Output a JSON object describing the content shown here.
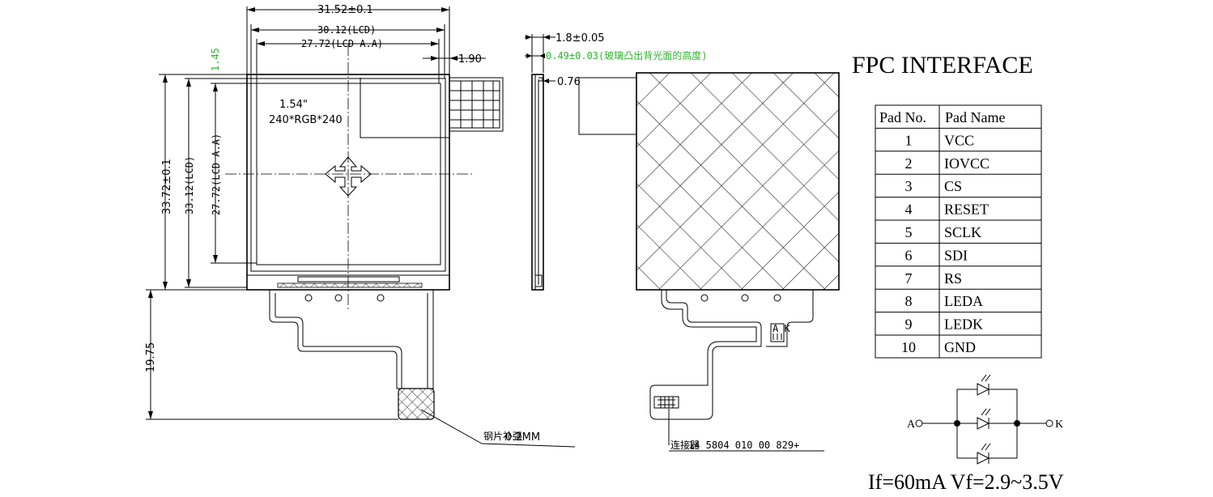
{
  "dimensions": {
    "outline_width": "31.52±0.1",
    "lcd_width": "30.12(LCD)",
    "lcd_aa_width": "27.72(LCD A.A)",
    "right_margin": "1.90",
    "left_offset": "1.45",
    "outline_height": "33.72±0.1",
    "lcd_height": "33.12(LCD)",
    "lcd_aa_height": "27.72(LCD A.A)",
    "fpc_length": "19.75",
    "thickness": "1.8±0.05",
    "glass_bump": "0.49±0.03(玻璃凸出背光面的高度)",
    "side_detail": "0.76"
  },
  "front_view": {
    "size_label": "1.54\"",
    "resolution_label": "240*RGB*240",
    "stiffener_note": "钢片补强",
    "stiffener_value": "0.2MM"
  },
  "back_view": {
    "connector_note": "连接器",
    "connector_part": "14 5804 010 00 829+",
    "marker_label": "A K"
  },
  "interface": {
    "title": "FPC INTERFACE",
    "headers": [
      "Pad No.",
      "Pad Name"
    ],
    "rows": [
      {
        "no": "1",
        "name": "VCC"
      },
      {
        "no": "2",
        "name": "IOVCC"
      },
      {
        "no": "3",
        "name": "CS"
      },
      {
        "no": "4",
        "name": "RESET"
      },
      {
        "no": "5",
        "name": "SCLK"
      },
      {
        "no": "6",
        "name": "SDI"
      },
      {
        "no": "7",
        "name": "RS"
      },
      {
        "no": "8",
        "name": "LEDA"
      },
      {
        "no": "9",
        "name": "LEDK"
      },
      {
        "no": "10",
        "name": "GND"
      }
    ]
  },
  "led_circuit": {
    "anode_label": "A",
    "cathode_label": "K",
    "spec": "If=60mA   Vf=2.9~3.5V"
  }
}
